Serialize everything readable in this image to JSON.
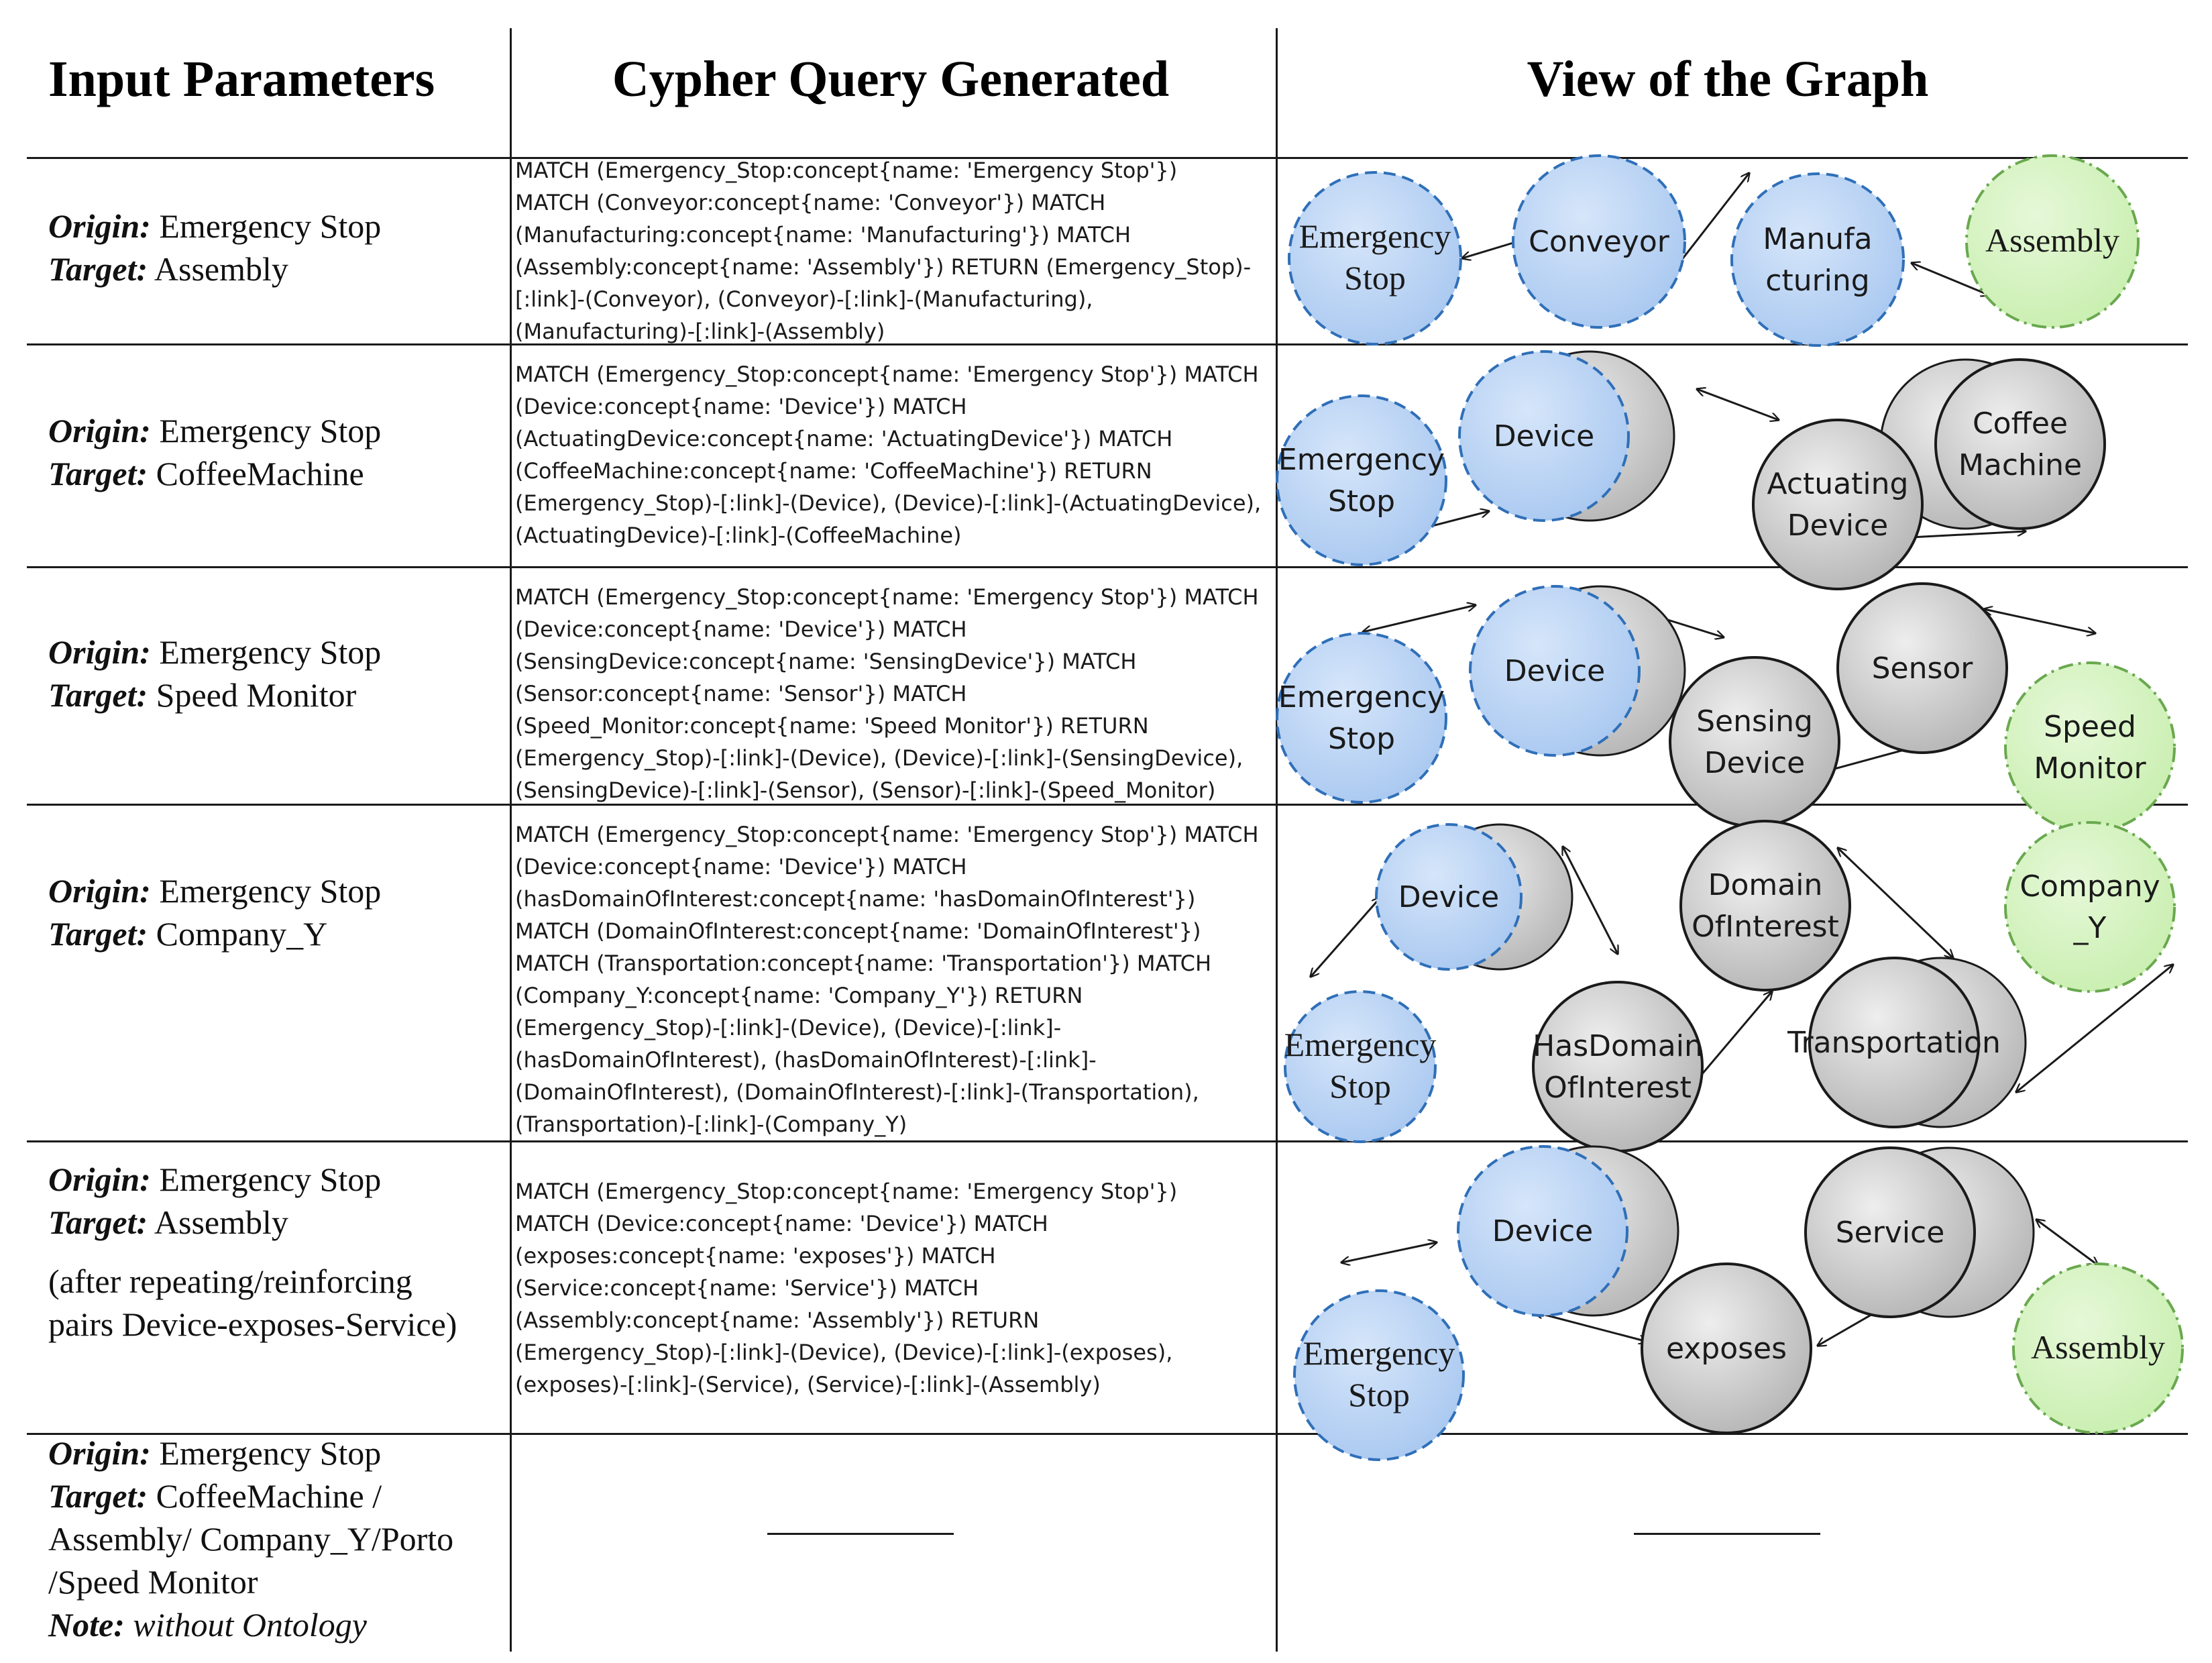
{
  "headers": {
    "input": "Input Parameters",
    "query": "Cypher Query Generated",
    "graph": "View of the Graph"
  },
  "labels": {
    "origin": "Origin:",
    "target": "Target:",
    "note": "Note:"
  },
  "rows": [
    {
      "origin": "Emergency Stop",
      "target": "Assembly",
      "query_lines": [
        "MATCH (Emergency_Stop:concept{name: 'Emergency Stop'})",
        "MATCH (Conveyor:concept{name: 'Conveyor'})  MATCH",
        "(Manufacturing:concept{name: 'Manufacturing'}) MATCH",
        "(Assembly:concept{name: 'Assembly'})  RETURN (Emergency_Stop)-",
        "[:link]-(Conveyor), (Conveyor)-[:link]-(Manufacturing),",
        "(Manufacturing)-[:link]-(Assembly)"
      ]
    },
    {
      "origin": "Emergency Stop",
      "target": "CoffeeMachine",
      "query_lines": [
        "MATCH (Emergency_Stop:concept{name: 'Emergency Stop'})  MATCH",
        "(Device:concept{name: 'Device'})  MATCH",
        "(ActuatingDevice:concept{name: 'ActuatingDevice'}) MATCH",
        "(CoffeeMachine:concept{name: 'CoffeeMachine'})  RETURN",
        "(Emergency_Stop)-[:link]-(Device), (Device)-[:link]-(ActuatingDevice),",
        "(ActuatingDevice)-[:link]-(CoffeeMachine)"
      ]
    },
    {
      "origin": "Emergency Stop",
      "target": "Speed Monitor",
      "query_lines": [
        "MATCH (Emergency_Stop:concept{name: 'Emergency Stop'})  MATCH",
        "(Device:concept{name: 'Device'})  MATCH",
        "(SensingDevice:concept{name: 'SensingDevice'})  MATCH",
        "(Sensor:concept{name: 'Sensor'}) MATCH",
        "(Speed_Monitor:concept{name: 'Speed Monitor'})  RETURN",
        "(Emergency_Stop)-[:link]-(Device), (Device)-[:link]-(SensingDevice),",
        "(SensingDevice)-[:link]-(Sensor), (Sensor)-[:link]-(Speed_Monitor)"
      ]
    },
    {
      "origin": "Emergency Stop",
      "target": "Company_Y",
      "query_lines": [
        "MATCH (Emergency_Stop:concept{name: 'Emergency Stop'})  MATCH",
        "(Device:concept{name: 'Device'})  MATCH",
        "(hasDomainOfInterest:concept{name: 'hasDomainOfInterest'})",
        "MATCH (DomainOfInterest:concept{name: 'DomainOfInterest'})",
        "MATCH (Transportation:concept{name: 'Transportation'}) MATCH",
        "(Company_Y:concept{name: 'Company_Y'})  RETURN",
        "(Emergency_Stop)-[:link]-(Device), (Device)-[:link]-",
        "(hasDomainOfInterest), (hasDomainOfInterest)-[:link]-",
        "(DomainOfInterest), (DomainOfInterest)-[:link]-(Transportation),",
        "(Transportation)-[:link]-(Company_Y)"
      ]
    },
    {
      "origin": "Emergency Stop",
      "target": "Assembly",
      "extra_lines": [
        "(after repeating/reinforcing",
        "pairs Device-exposes-Service)"
      ],
      "query_lines": [
        "MATCH (Emergency_Stop:concept{name: 'Emergency Stop'})",
        "MATCH (Device:concept{name: 'Device'})  MATCH",
        "(exposes:concept{name: 'exposes'})  MATCH",
        "(Service:concept{name: 'Service'}) MATCH",
        "(Assembly:concept{name: 'Assembly'})  RETURN",
        "(Emergency_Stop)-[:link]-(Device), (Device)-[:link]-(exposes),",
        "(exposes)-[:link]-(Service), (Service)-[:link]-(Assembly)"
      ]
    },
    {
      "origin": "Emergency Stop",
      "target_lines": [
        "CoffeeMachine /",
        "Assembly/ Company_Y/Porto",
        "/Speed Monitor"
      ],
      "note": "without Ontology",
      "query_lines": []
    }
  ],
  "graphs": [
    {
      "nodes": [
        {
          "id": "es",
          "lines": [
            "Emergency",
            "Stop"
          ],
          "kind": "origin",
          "font": "serif"
        },
        {
          "id": "conv",
          "lines": [
            "Conveyor"
          ],
          "kind": "path"
        },
        {
          "id": "manu",
          "lines": [
            "Manufa",
            "cturing"
          ],
          "kind": "path"
        },
        {
          "id": "asm",
          "lines": [
            "Assembly"
          ],
          "kind": "target",
          "font": "serif"
        }
      ]
    },
    {
      "nodes": [
        {
          "id": "es",
          "lines": [
            "Emergency",
            "Stop"
          ],
          "kind": "origin"
        },
        {
          "id": "dev",
          "lines": [
            "Device"
          ],
          "kind": "path"
        },
        {
          "id": "act",
          "lines": [
            "Actuating",
            "Device"
          ],
          "kind": "plain"
        },
        {
          "id": "cof",
          "lines": [
            "Coffee",
            "Machine"
          ],
          "kind": "plain"
        }
      ]
    },
    {
      "nodes": [
        {
          "id": "es",
          "lines": [
            "Emergency",
            "Stop"
          ],
          "kind": "origin"
        },
        {
          "id": "dev",
          "lines": [
            "Device"
          ],
          "kind": "path"
        },
        {
          "id": "sd",
          "lines": [
            "Sensing",
            "Device"
          ],
          "kind": "plain"
        },
        {
          "id": "sen",
          "lines": [
            "Sensor"
          ],
          "kind": "plain"
        },
        {
          "id": "spd",
          "lines": [
            "Speed",
            "Monitor"
          ],
          "kind": "target"
        }
      ]
    },
    {
      "nodes": [
        {
          "id": "dev",
          "lines": [
            "Device"
          ],
          "kind": "path"
        },
        {
          "id": "es",
          "lines": [
            "Emergency",
            "Stop"
          ],
          "kind": "origin",
          "font": "serif"
        },
        {
          "id": "hdi",
          "lines": [
            "HasDomain",
            "OfInterest"
          ],
          "kind": "plain"
        },
        {
          "id": "doi",
          "lines": [
            "Domain",
            "OfInterest"
          ],
          "kind": "plain"
        },
        {
          "id": "tra",
          "lines": [
            "Transportation"
          ],
          "kind": "plain"
        },
        {
          "id": "cy",
          "lines": [
            "Company",
            "_Y"
          ],
          "kind": "target"
        }
      ]
    },
    {
      "nodes": [
        {
          "id": "dev",
          "lines": [
            "Device"
          ],
          "kind": "path"
        },
        {
          "id": "es",
          "lines": [
            "Emergency",
            "Stop"
          ],
          "kind": "origin",
          "font": "serif"
        },
        {
          "id": "exp",
          "lines": [
            "exposes"
          ],
          "kind": "plain"
        },
        {
          "id": "srv",
          "lines": [
            "Service"
          ],
          "kind": "plain"
        },
        {
          "id": "asm",
          "lines": [
            "Assembly"
          ],
          "kind": "target",
          "font": "serif"
        }
      ]
    }
  ],
  "colors": {
    "blue_fill": "#a9c8f0",
    "blue_fill_light": "#d6e6fa",
    "blue_stroke": "#2f6fb8",
    "green_fill": "#c9efb0",
    "green_fill_light": "#e6f8d8",
    "green_stroke": "#6aa84f",
    "gray_fill": "#b5b5b5",
    "gray_fill_light": "#eeeeee",
    "line": "#1a1a1a"
  }
}
